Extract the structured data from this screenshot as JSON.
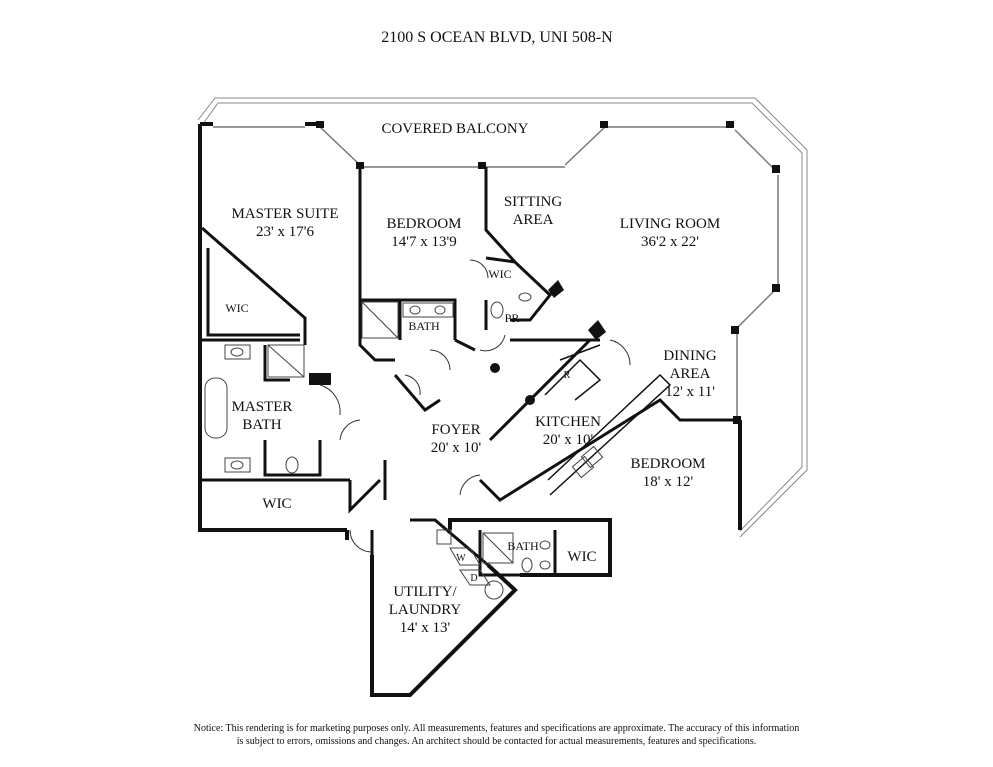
{
  "title": "2100 S OCEAN BLVD, UNI 508-N",
  "rooms": {
    "covered_balcony": {
      "name": "COVERED BALCONY"
    },
    "master_suite": {
      "name": "MASTER SUITE",
      "size": "23' x 17'6"
    },
    "bedroom_1": {
      "name": "BEDROOM",
      "size": "14'7 x 13'9"
    },
    "sitting_area": {
      "line1": "SITTING",
      "line2": "AREA"
    },
    "living_room": {
      "name": "LIVING ROOM",
      "size": "36'2 x 22'"
    },
    "wic_master": {
      "name": "WIC"
    },
    "wic_sitting": {
      "name": "WIC"
    },
    "bath_1": {
      "name": "BATH"
    },
    "pr": {
      "name": "PR"
    },
    "master_bath": {
      "line1": "MASTER",
      "line2": "BATH"
    },
    "dining_area": {
      "line1": "DINING",
      "line2": "AREA",
      "size": "12' x 11'"
    },
    "foyer": {
      "name": "FOYER",
      "size": "20' x 10'"
    },
    "kitchen": {
      "name": "KITCHEN",
      "size": "20' x 10'"
    },
    "bedroom_2": {
      "name": "BEDROOM",
      "size": "18' x 12'"
    },
    "wic_bottom": {
      "name": "WIC"
    },
    "bath_2": {
      "name": "BATH"
    },
    "wic_bedroom2": {
      "name": "WIC"
    },
    "utility": {
      "line1": "UTILITY/",
      "line2": "LAUNDRY",
      "size": "14' x 13'"
    },
    "washer": {
      "name": "W"
    },
    "dryer": {
      "name": "D"
    },
    "refrigerator": {
      "name": "R"
    }
  },
  "notice": {
    "line1": "Notice: This rendering is for marketing purposes only. All measurements, features and specifications are approximate. The accuracy of this information",
    "line2": "is subject to errors, omissions and changes. An architect should be contacted for actual measurements, features and specifications."
  }
}
